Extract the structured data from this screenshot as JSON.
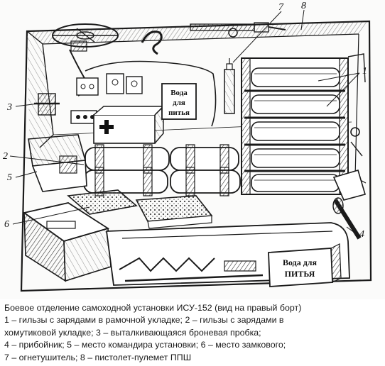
{
  "figure": {
    "callouts": [
      "1",
      "2",
      "3",
      "4",
      "5",
      "6",
      "7",
      "8"
    ],
    "sign_upper": [
      "Вода",
      "для",
      "питья"
    ],
    "sign_lower": [
      "Вода для",
      "ПИТЬЯ"
    ]
  },
  "caption": {
    "lines": [
      "Боевое отделение самоходной установки ИСУ-152 (вид на правый борт)",
      "1 – гильзы с зарядами в рамочной укладке; 2 – гильзы с зарядами в",
      "хомутиковой укладке; 3 – выталкивающаяся броневая пробка;",
      "4 – прибойник; 5 – место командира установки; 6 – место замкового;",
      "7 – огнетушитель; 8 – пистолет-пулемет ППШ"
    ]
  }
}
